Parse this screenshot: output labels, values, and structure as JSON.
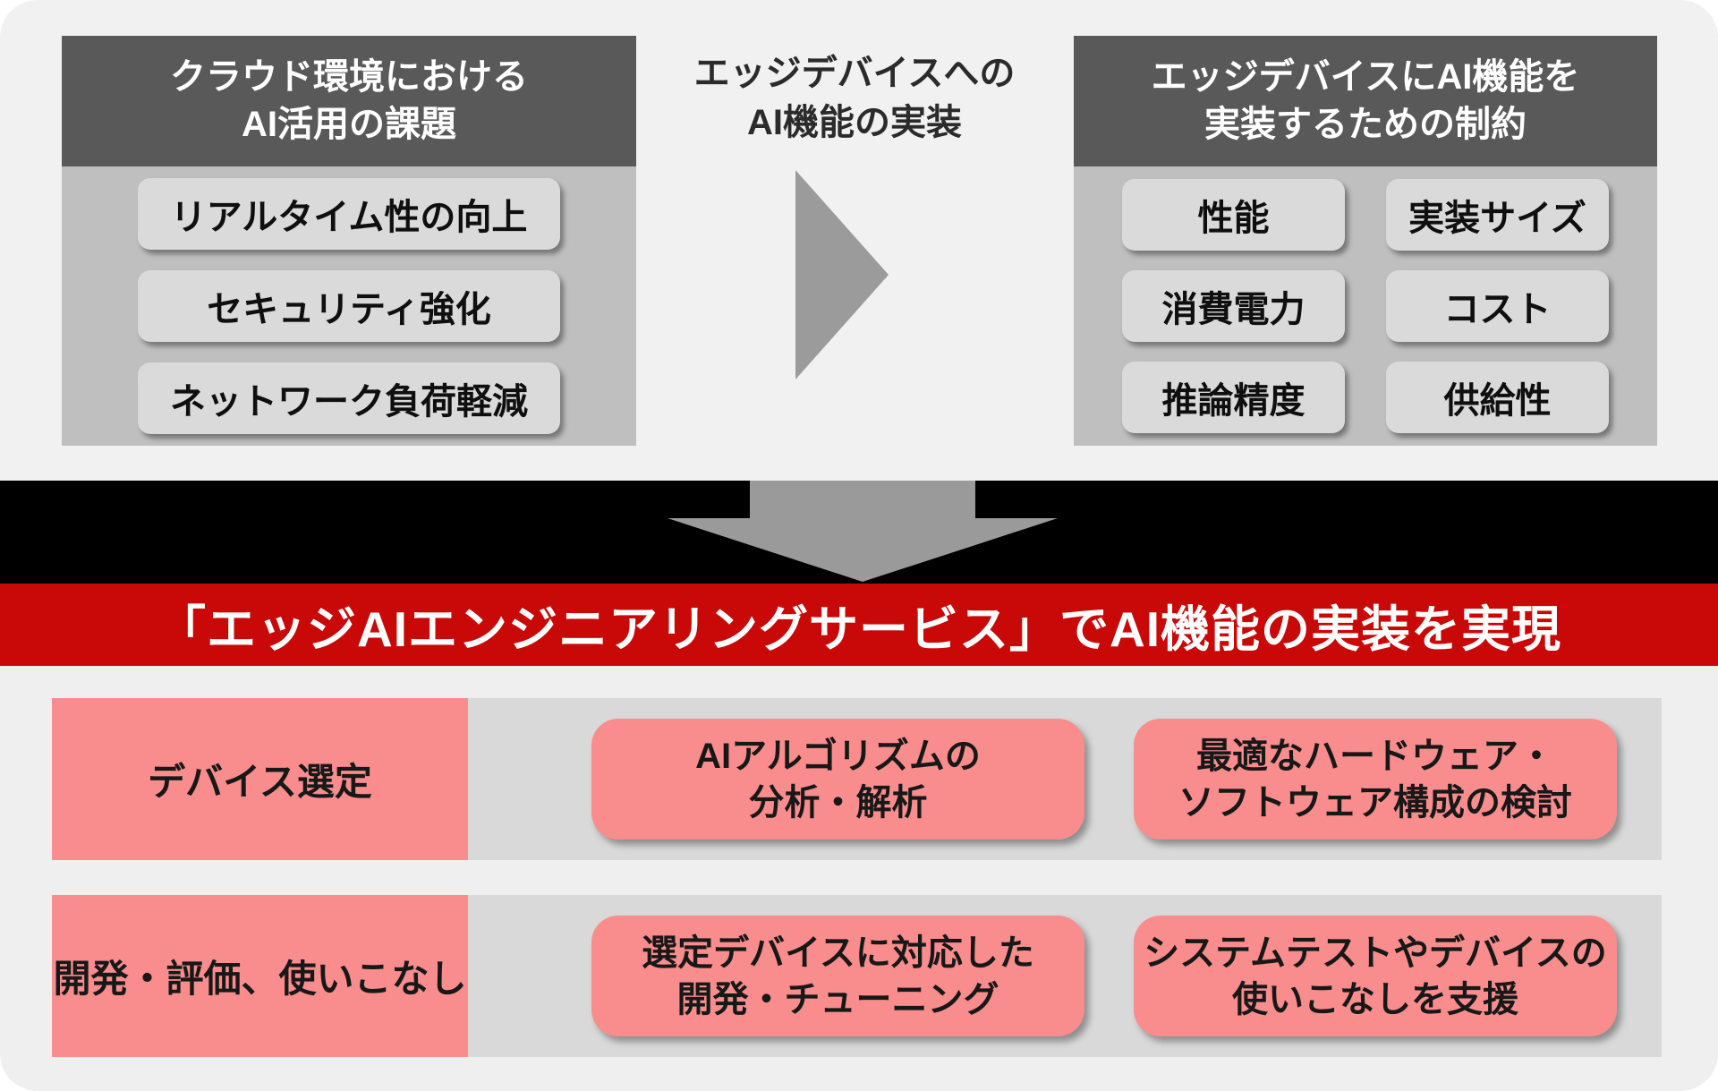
{
  "colors": {
    "header_gray": "#595959",
    "panel_gray": "#bfbfbf",
    "chip_gray": "#dadada",
    "strip_gray": "#d9d9d9",
    "arrow_gray": "#9b9b9b",
    "black_band": "#000000",
    "banner_red": "#c90808",
    "pink": "#f98d8d",
    "top_background": "#f1f1f2",
    "bottom_background": "#efeff0"
  },
  "top": {
    "left_panel": {
      "title": "クラウド環境における\nAI活用の課題",
      "items": [
        "リアルタイム性の向上",
        "セキュリティ強化",
        "ネットワーク負荷軽減"
      ]
    },
    "transition": {
      "label": "エッジデバイスへの\nAI機能の実装"
    },
    "right_panel": {
      "title": "エッジデバイスにAI機能を\n実装するための制約",
      "items": [
        "性能",
        "実装サイズ",
        "消費電力",
        "コスト",
        "推論精度",
        "供給性"
      ]
    }
  },
  "banner": {
    "text": "「エッジAIエンジニアリングサービス」でAI機能の実装を実現"
  },
  "service": {
    "rows": [
      {
        "label": "デバイス選定",
        "steps": [
          "AIアルゴリズムの\n分析・解析",
          "最適なハードウェア・\nソフトウェア構成の検討"
        ]
      },
      {
        "label": "開発・評価、使いこなし",
        "steps": [
          "選定デバイスに対応した\n開発・チューニング",
          "システムテストやデバイスの\n使いこなしを支援"
        ]
      }
    ]
  }
}
